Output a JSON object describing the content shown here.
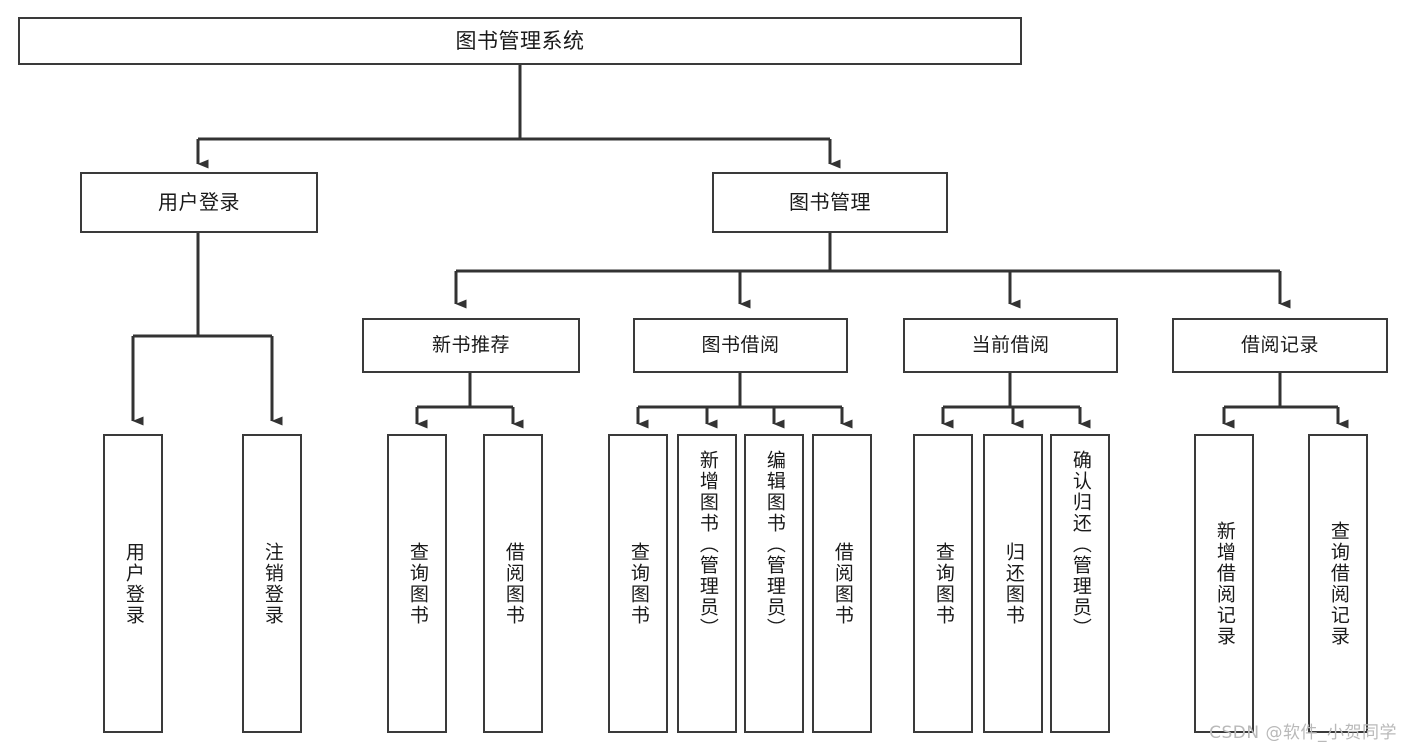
{
  "diagram": {
    "title": "图书管理系统",
    "type": "hierarchy-tree",
    "watermark": "CSDN @软件_小贺同学",
    "colors": {
      "background": "#ffffff",
      "box_border": "#3a3a3a",
      "connector": "#333333",
      "text": "#1a1a1a",
      "watermark": "#b9b9b9"
    },
    "root": {
      "label": "图书管理系统"
    },
    "level1": [
      {
        "label": "用户登录"
      },
      {
        "label": "图书管理"
      }
    ],
    "level2": [
      {
        "label": "新书推荐"
      },
      {
        "label": "图书借阅"
      },
      {
        "label": "当前借阅"
      },
      {
        "label": "借阅记录"
      }
    ],
    "leaves": {
      "user_login": [
        {
          "label": "用户登录"
        },
        {
          "label": "注销登录"
        }
      ],
      "new_book_recommend": [
        {
          "label": "查询图书"
        },
        {
          "label": "借阅图书"
        }
      ],
      "book_borrow": [
        {
          "label": "查询图书"
        },
        {
          "label": "新增图书（管理员）"
        },
        {
          "label": "编辑图书（管理员）"
        },
        {
          "label": "借阅图书"
        }
      ],
      "current_borrow": [
        {
          "label": "查询图书"
        },
        {
          "label": "归还图书"
        },
        {
          "label": "确认归还（管理员）"
        }
      ],
      "borrow_record": [
        {
          "label": "新增借阅记录"
        },
        {
          "label": "查询借阅记录"
        }
      ]
    }
  }
}
